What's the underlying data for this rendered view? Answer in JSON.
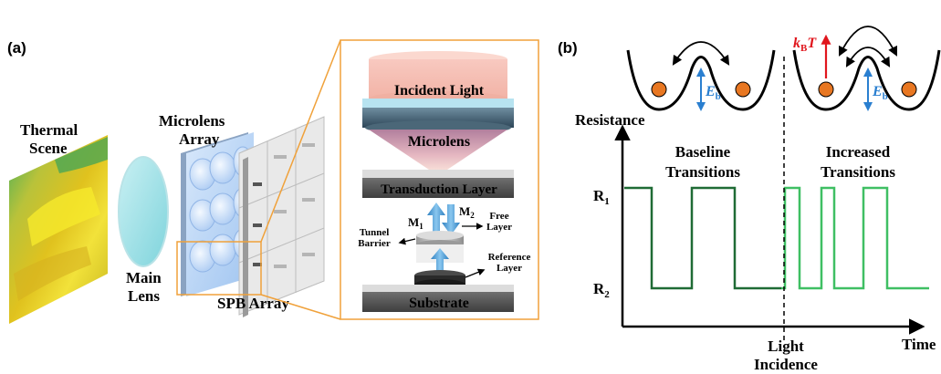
{
  "panel_a": {
    "label": "(a)",
    "thermal_scene": [
      "Thermal",
      "Scene"
    ],
    "main_lens": [
      "Main",
      "Lens"
    ],
    "microlens_array": [
      "Microlens",
      "Array"
    ],
    "spb_array": "SPB Array",
    "inset": {
      "incident_light": "Incident Light",
      "microlens": "Microlens",
      "transduction_layer": "Transduction Layer",
      "m1": "M",
      "m1_sub": "1",
      "m2": "M",
      "m2_sub": "2",
      "free_layer": [
        "Free",
        "Layer"
      ],
      "tunnel_barrier": [
        "Tunnel",
        "Barrier"
      ],
      "reference_layer": [
        "Reference",
        "Layer"
      ],
      "substrate": "Substrate"
    }
  },
  "panel_b": {
    "label": "(b)",
    "energy_barrier": "E",
    "energy_barrier_sub": "b",
    "thermal_energy_k": "k",
    "thermal_energy_sub": "B",
    "thermal_energy_t": "T",
    "y_axis_label": "Resistance",
    "x_axis_label": "Time",
    "r1": "R",
    "r1_sub": "1",
    "r2": "R",
    "r2_sub": "2",
    "baseline": [
      "Baseline",
      "Transitions"
    ],
    "increased": [
      "Increased",
      "Transitions"
    ],
    "light_incidence": [
      "Light",
      "Incidence"
    ],
    "colors": {
      "baseline_trace": "#1f6b35",
      "increased_trace": "#3fbf63",
      "barrier_arrow": "#2a7fd0",
      "thermal_arrow": "#e0161d",
      "ball": "#e87722"
    }
  }
}
